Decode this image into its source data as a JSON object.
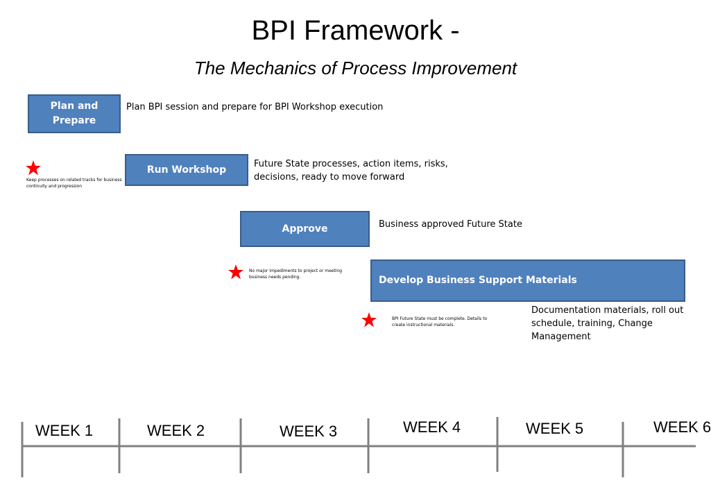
{
  "title": "BPI Framework -",
  "subtitle": "The Mechanics of Process Improvement",
  "steps": [
    {
      "label": "Plan and Prepare",
      "description": "Plan BPI session and prepare for BPI Workshop execution"
    },
    {
      "label": "Run Workshop",
      "description": "Future State processes, action items, risks, decisions, ready to move forward"
    },
    {
      "label": "Approve",
      "description": "Business approved Future State"
    },
    {
      "label": "Develop Business Support Materials",
      "description": "Documentation materials, roll out schedule, training, Change Management"
    }
  ],
  "notes": [
    {
      "icon": "star-icon",
      "text": "Keep processes on related tracks for business continuity and progression"
    },
    {
      "icon": "star-icon",
      "text": "No major impediments to project or meeting business needs pending."
    },
    {
      "icon": "star-icon",
      "text": "BPI Future State must be complete. Details to create instructional materials."
    }
  ],
  "timeline": {
    "weeks": [
      "WEEK 1",
      "WEEK 2",
      "WEEK 3",
      "WEEK 4",
      "WEEK 5",
      "WEEK 6"
    ]
  },
  "colors": {
    "box_fill": "#4f81bd",
    "box_border": "#385d8a",
    "star": "#ff0000",
    "timeline": "#808080"
  }
}
